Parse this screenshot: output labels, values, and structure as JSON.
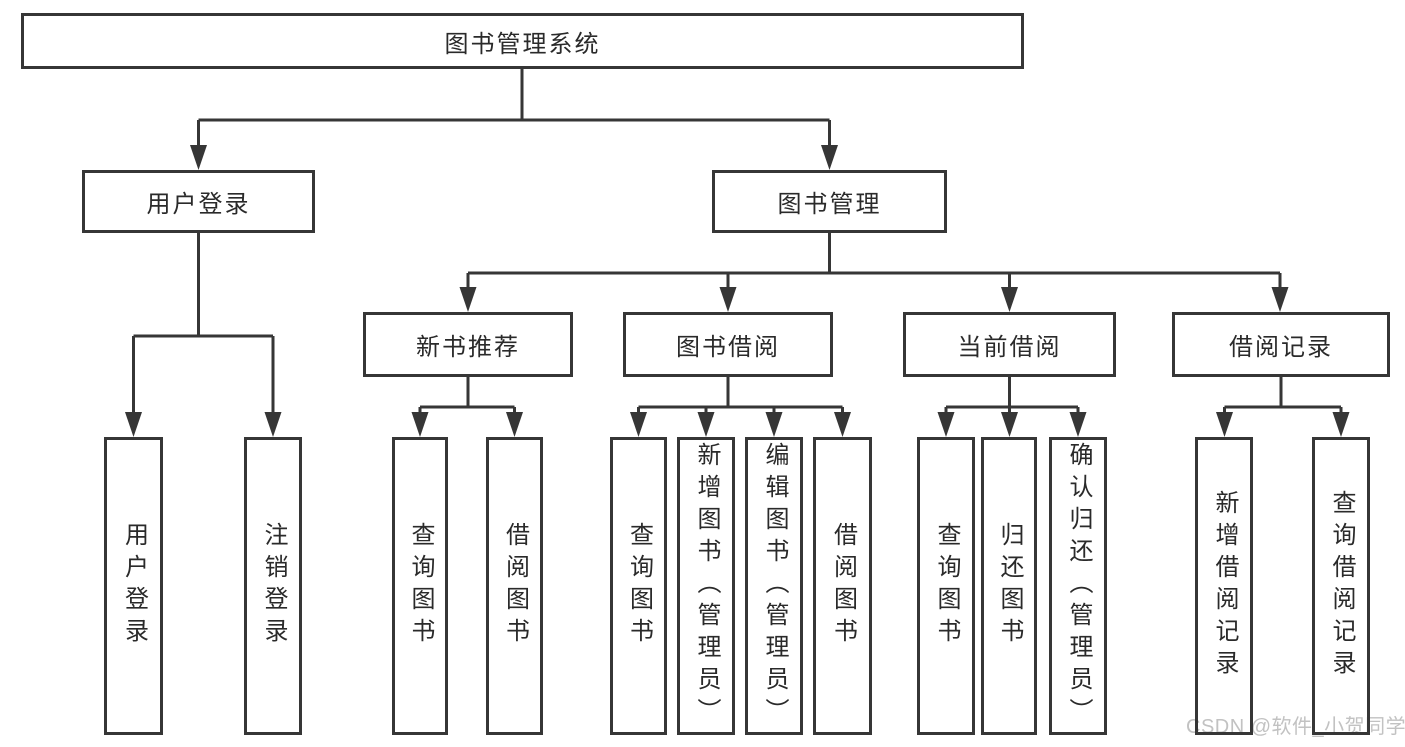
{
  "diagram": {
    "root_label": "图书管理系统",
    "level2": {
      "user_login": "用户登录",
      "book_management": "图书管理"
    },
    "level3": {
      "new_book_recommendation": "新书推荐",
      "book_borrowing": "图书借阅",
      "current_borrowing": "当前借阅",
      "borrowing_records": "借阅记录"
    },
    "leaves": {
      "user_login": [
        "用户登录",
        "注销登录"
      ],
      "new_book_recommendation": [
        "查询图书",
        "借阅图书"
      ],
      "book_borrowing": [
        "查询图书",
        "新增图书（管理员）",
        "编辑图书（管理员）",
        "借阅图书"
      ],
      "current_borrowing": [
        "查询图书",
        "归还图书",
        "确认归还（管理员）"
      ],
      "borrowing_records": [
        "新增借阅记录",
        "查询借阅记录"
      ]
    }
  },
  "watermark": {
    "text": "CSDN @软件_小贺同学",
    "color": "#c2c2c2"
  },
  "colors": {
    "line": "#363636",
    "text": "#2a2a2a",
    "background": "#ffffff"
  }
}
